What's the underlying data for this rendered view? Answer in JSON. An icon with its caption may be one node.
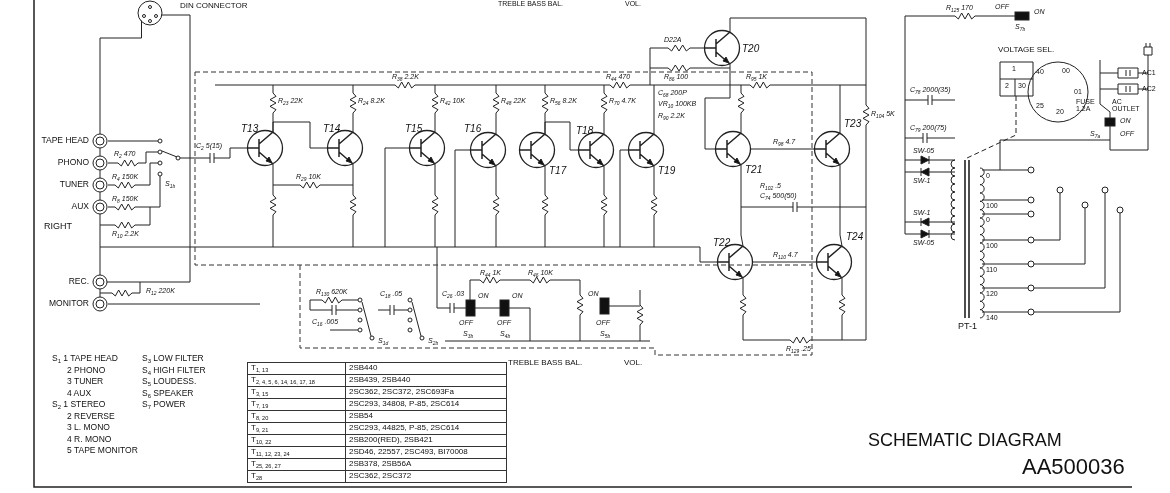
{
  "diagram": {
    "title": "SCHEMATIC DIAGRAM",
    "nodes": [
      {
        "text": [
          "DIN CONNECTOR"
        ]
      },
      {
        "text": [
          "TAPE HEAD"
        ]
      },
      {
        "text": [
          "PHONO"
        ]
      },
      {
        "text": [
          "TUNER"
        ]
      },
      {
        "text": [
          "AUX"
        ]
      },
      {
        "text": [
          "REC."
        ]
      },
      {
        "text": [
          "MONITOR"
        ]
      },
      {
        "text": [
          "T13"
        ]
      },
      {
        "text": [
          "T14"
        ]
      },
      {
        "text": [
          "T15"
        ]
      },
      {
        "text": [
          "T16"
        ]
      },
      {
        "text": [
          "T17"
        ]
      },
      {
        "text": [
          "T18"
        ]
      },
      {
        "text": [
          "T19"
        ]
      },
      {
        "text": [
          "T20"
        ]
      },
      {
        "text": [
          "T21"
        ]
      },
      {
        "text": [
          "T22"
        ]
      },
      {
        "text": [
          "T23"
        ]
      },
      {
        "text": [
          "T24"
        ]
      },
      {
        "text": [
          "VOLTAGE SEL.",
          "1",
          "2",
          "30",
          "40",
          "00",
          "01",
          "25",
          "20"
        ]
      },
      {
        "text": [
          "PT-1",
          "0",
          "100",
          "0",
          "100",
          "110",
          "120",
          "140"
        ]
      }
    ],
    "edges": [
      {
        "from": 0,
        "to": 1,
        "arrow": "none"
      },
      {
        "from": 1,
        "to": 2,
        "arrow": "none"
      },
      {
        "from": 2,
        "to": 3,
        "arrow": "none"
      },
      {
        "from": 3,
        "to": 4,
        "arrow": "none"
      },
      {
        "from": 4,
        "to": 5,
        "arrow": "none"
      },
      {
        "from": 5,
        "to": 6,
        "arrow": "none"
      },
      {
        "from": 7,
        "to": 8,
        "arrow": "none"
      },
      {
        "from": 11,
        "to": 12,
        "arrow": "none"
      },
      {
        "from": 14,
        "to": 15,
        "arrow": "none"
      },
      {
        "from": 15,
        "to": 17,
        "arrow": "none"
      },
      {
        "from": 16,
        "to": 18,
        "arrow": "none"
      },
      {
        "from": 0,
        "to": 5,
        "arrow": "none"
      },
      {
        "from": 15,
        "to": 16,
        "arrow": "none"
      },
      {
        "from": 17,
        "to": 18,
        "arrow": "none"
      },
      {
        "from": 19,
        "to": 20,
        "arrow": "none",
        "style": "dashed"
      }
    ],
    "labels": [
      "RIGHT",
      "TREBLE BASS BAL.",
      "VOL.",
      "TREBLE BASS BAL.",
      "VOL.",
      "S$_{1}$ 1 TAPE HEAD",
      "2 PHONO",
      "3 TUNER",
      "4 AUX",
      "S$_{2}$ 1 STEREO",
      "2 REVERSE",
      "3 L. MONO",
      "4 R. MONO",
      "5 TAPE MONITOR",
      "S$_{3}$ LOW FILTER",
      "S$_{4}$ HIGH FILTER",
      "S$_{5}$ LOUDESS.",
      "S$_{6}$ SPEAKER",
      "S$_{7}$ POWER",
      "T$_{1, 13}$",
      "2SB440",
      "T$_{2, 4, 5, 6, 14, 16, 17, 18}$",
      "2SB439, 2SB440",
      "T$_{3, 15}$",
      "2SC362, 2SC372, 2SC693Fa",
      "T$_{7, 19}$",
      "2SC293, 34808, P-85, 2SC614",
      "T$_{8, 20}$",
      "2SB54",
      "T$_{9, 21}$",
      "2SC293, 44825, P-85, 2SC614",
      "T$_{10, 22}$",
      "2SB200(RED), 2SB421",
      "T$_{11, 12, 23, 24}$",
      "2SD46, 22557, 2SC493, BI70008",
      "T$_{25, 26, 27}$",
      "2SB378, 2SB56A",
      "T$_{28}$",
      "2SC362, 2SC372",
      "AA500036",
      "R$_{2}$ 470",
      "R$_{4}$ 150K",
      "R$_{8}$ 150K",
      "R$_{10}$ 2.2K",
      "S$_{1b}$",
      "C$_{2}$ 5(15)",
      "R$_{12}$ 220K",
      "R$_{23}$ 22K",
      "R$_{24}$ 8.2K",
      "R$_{29}$ 10K",
      "R$_{38}$ 2.2K",
      "R$_{42}$ 10K",
      "R$_{48}$ 22K",
      "R$_{56}$ 8.2K",
      "R$_{44}$ 470",
      "R$_{70}$ 4.7K",
      "C$_{68}$ 200P",
      "VR$_{10}$ 100KB",
      "R$_{90}$ 2.2K",
      "D22A",
      "R$_{86}$ 100",
      "R$_{95}$ 1K",
      "R$_{98}$ 4.7",
      "R$_{102}$ .5",
      "C$_{74}$ 500(50)",
      "R$_{110}$ 4.7",
      "R$_{129}$ .25",
      "R$_{130}$ 620K",
      "C$_{16}$ .005",
      "C$_{18}$ .05",
      "S$_{1d}$",
      "S$_{2b}$",
      "C$_{26}$ .03",
      "R$_{44}$ 1K",
      "R$_{46}$ 10K",
      "ON",
      "OFF",
      "S$_{3b}$",
      "ON",
      "OFF",
      "S$_{4b}$",
      "ON",
      "OFF",
      "S$_{5b}$",
      "R$_{125}$ 170",
      "OFF",
      "ON",
      "S$_{7b}$",
      "R$_{104}$ 5K",
      "C$_{78}$ 2000(35)",
      "C$_{79}$ 200(75)",
      "SW-05",
      "SW-1",
      "SW-1",
      "SW-05",
      "AC1",
      "AC2",
      "FUSE 1.2A",
      "AC OUTLET",
      "ON",
      "S$_{7a}$",
      "OFF"
    ]
  }
}
